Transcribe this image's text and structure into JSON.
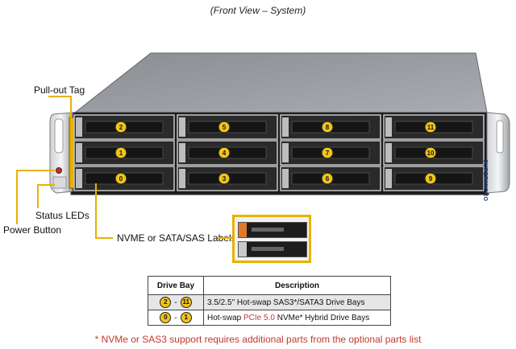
{
  "title": "(Front View – System)",
  "callouts": {
    "pullout_tag": "Pull-out Tag",
    "status_leds": "Status LEDs",
    "power_button": "Power Button",
    "labels": "NVME or SATA/SAS Labels"
  },
  "bays": {
    "grid": [
      [
        "2",
        "5",
        "8",
        "11"
      ],
      [
        "1",
        "4",
        "7",
        "10"
      ],
      [
        "0",
        "3",
        "6",
        "9"
      ]
    ]
  },
  "brand_text": "SUPERMICRO",
  "table": {
    "headers": [
      "Drive Bay",
      "Description"
    ],
    "rows": [
      {
        "from": "2",
        "to": "11",
        "desc_pre": "3.5/2.5\" Hot-swap SAS3*/SATA3 Drive  Bays",
        "highlight": "",
        "desc_post": ""
      },
      {
        "from": "0",
        "to": "1",
        "desc_pre": "Hot-swap ",
        "highlight": "PCIe 5.0",
        "desc_post": " NVMe* Hybrid Drive  Bays"
      }
    ]
  },
  "note": "* NVMe or SAS3 support requires additional parts from the optional parts list",
  "colors": {
    "accent": "#e9b100",
    "badge": "#f0c419",
    "note": "#c0392b"
  }
}
